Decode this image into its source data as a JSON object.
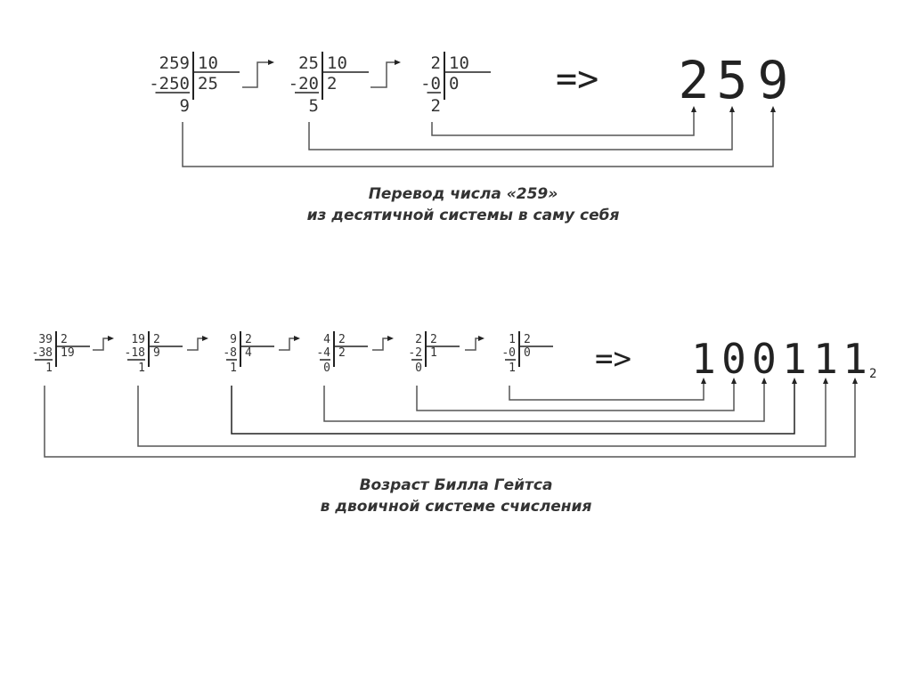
{
  "diagram1": {
    "steps": [
      {
        "dividend": "259",
        "divisor": "10",
        "subtract": "-250",
        "quotient": "25",
        "remainder": "9"
      },
      {
        "dividend": "25",
        "divisor": "10",
        "subtract": "-20",
        "quotient": "2",
        "remainder": "5"
      },
      {
        "dividend": "2",
        "divisor": "10",
        "subtract": "-0",
        "quotient": "0",
        "remainder": "2"
      }
    ],
    "arrow_text": "=>",
    "result_digits": [
      "2",
      "5",
      "9"
    ],
    "caption_line1": "Перевод числа «259»",
    "caption_line2": "из десятичной системы в саму себя"
  },
  "diagram2": {
    "steps": [
      {
        "dividend": "39",
        "divisor": "2",
        "subtract": "-38",
        "quotient": "19",
        "remainder": "1"
      },
      {
        "dividend": "19",
        "divisor": "2",
        "subtract": "-18",
        "quotient": "9",
        "remainder": "1"
      },
      {
        "dividend": "9",
        "divisor": "2",
        "subtract": "-8",
        "quotient": "4",
        "remainder": "1"
      },
      {
        "dividend": "4",
        "divisor": "2",
        "subtract": "-4",
        "quotient": "2",
        "remainder": "0"
      },
      {
        "dividend": "2",
        "divisor": "2",
        "subtract": "-2",
        "quotient": "1",
        "remainder": "0"
      },
      {
        "dividend": "1",
        "divisor": "2",
        "subtract": "-0",
        "quotient": "0",
        "remainder": "1"
      }
    ],
    "arrow_text": "=>",
    "result_digits": [
      "1",
      "0",
      "0",
      "1",
      "1",
      "1"
    ],
    "base_subscript": "2",
    "caption_line1": "Возраст Билла Гейтса",
    "caption_line2": "в двоичной системе счисления"
  },
  "colors": {
    "ink": "#222222",
    "line": "#555555"
  }
}
